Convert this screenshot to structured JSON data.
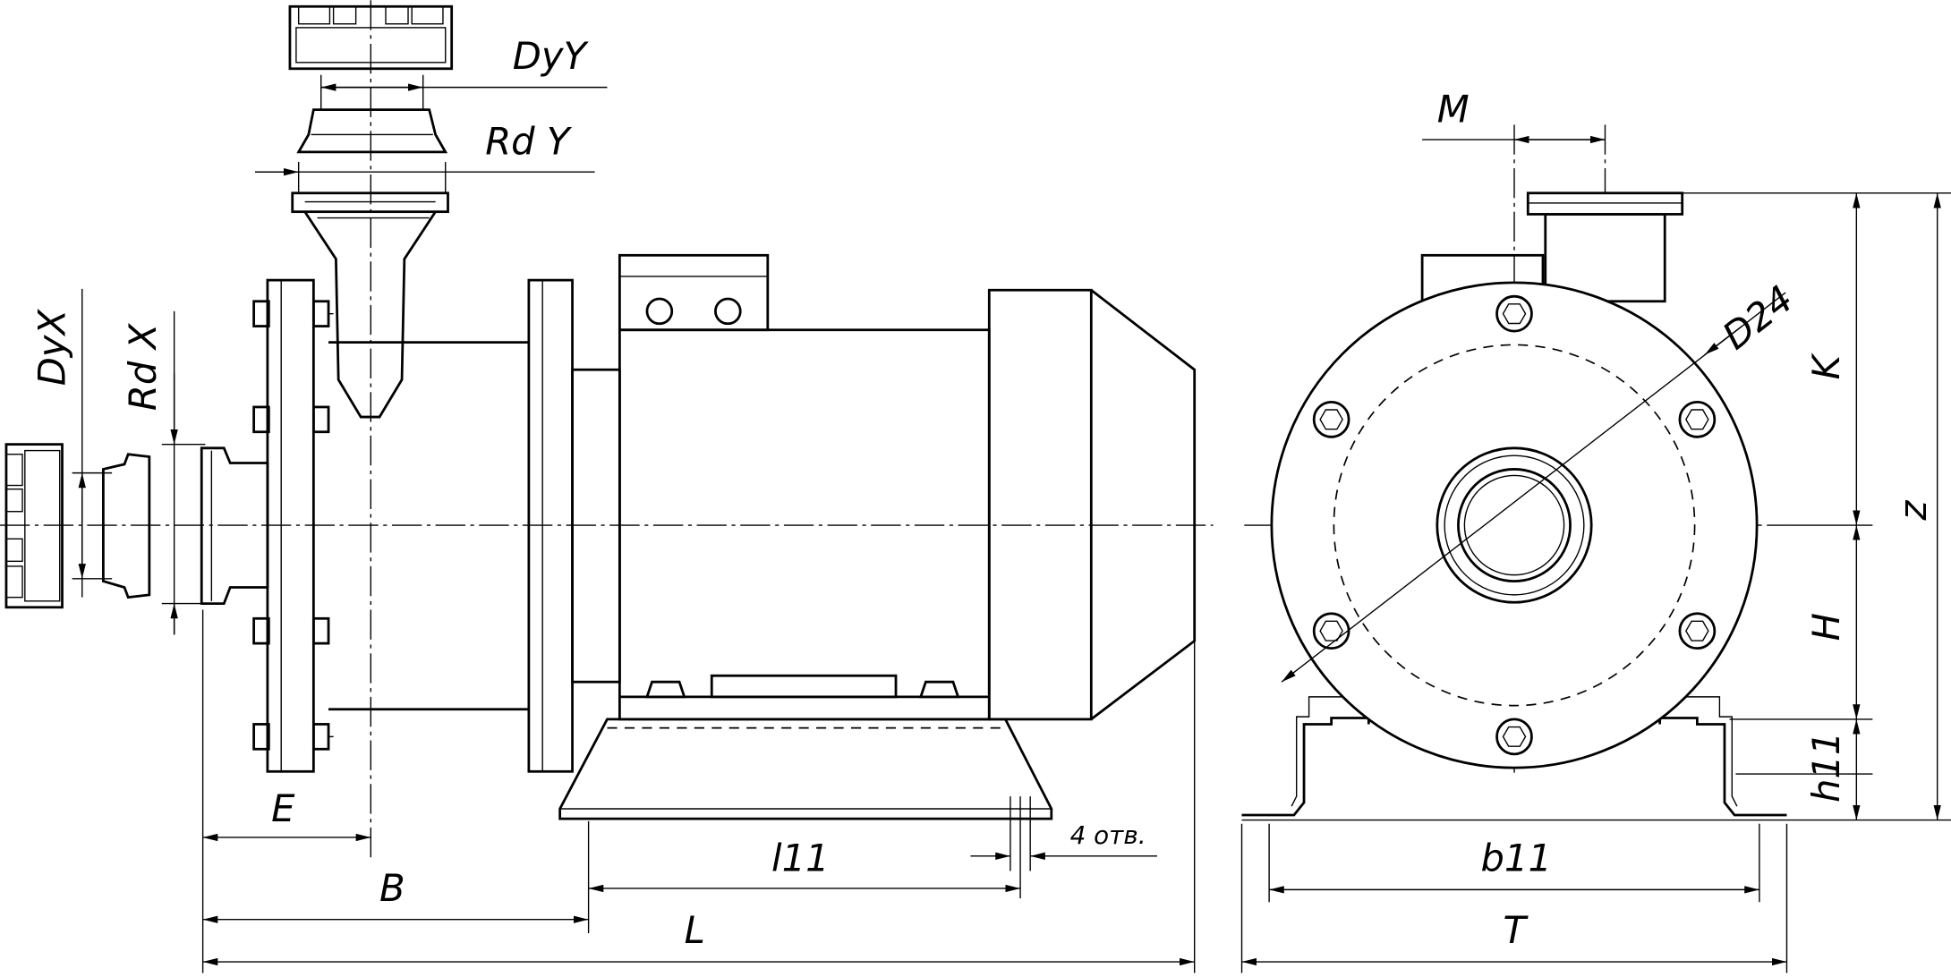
{
  "drawing": {
    "labels": {
      "dy_y": "DyY",
      "rd_y": "Rd Y",
      "dy_x": "DyX",
      "rd_x": "Rd X",
      "m": "M",
      "d24": "D24",
      "k": "K",
      "z": "z",
      "h": "H",
      "h11": "h11",
      "e": "E",
      "b": "B",
      "l": "L",
      "l11": "l11",
      "holes": "4 отв.",
      "b11": "b11",
      "t": "T"
    }
  }
}
